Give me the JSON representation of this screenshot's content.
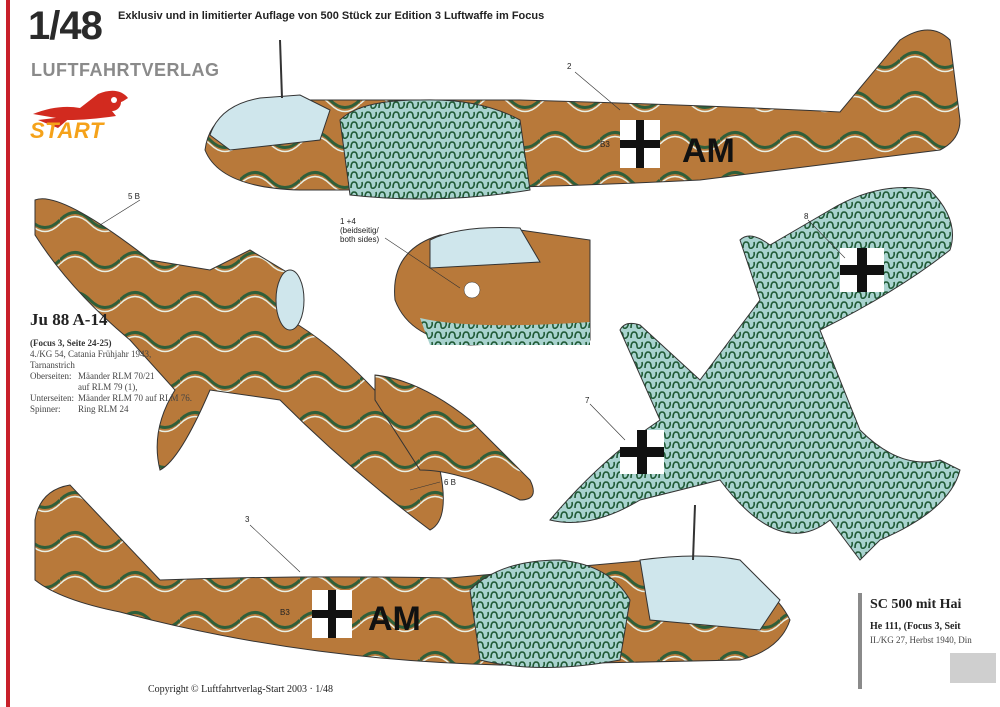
{
  "header": {
    "scale": "1/48",
    "headline": "Exklusiv und in limitierter Auflage von 500 Stück zur Edition 3 Luftwaffe im Focus",
    "publisher": "LUFTFAHRTVERLAG",
    "logo_text": "START"
  },
  "aircraft": {
    "model": "Ju 88 A-14",
    "reference": "(Focus 3, Seite 24-25)",
    "unit": "4./KG 54, Catania Frühjahr 1943,",
    "scheme": "Tarnanstrich",
    "specs": [
      {
        "label": "Oberseiten:",
        "value": "Mäander RLM 70/21"
      },
      {
        "label": "",
        "value": "auf RLM 79 (1),"
      },
      {
        "label": "Unterseiten:",
        "value": "Mäander RLM 70 auf RLM 76."
      },
      {
        "label": "Spinner:",
        "value": "Ring RLM 24"
      }
    ],
    "code": "AM",
    "serial": "B3"
  },
  "callouts": {
    "c2": "2",
    "c3": "3",
    "c5b": "5 B",
    "c6b": "6 B",
    "c7": "7",
    "c8": "8",
    "c14_line1": "1 +4",
    "c14_line2": "(beidseitig/",
    "c14_line3": "both sides)"
  },
  "side_panel": {
    "title": "SC 500 mit Hai",
    "subtitle": "He 111, (Focus 3, Seit",
    "desc": "II./KG 27, Herbst 1940, Din"
  },
  "footer": {
    "copyright": "Copyright © Luftfahrtverlag-Start 2003 · 1/48"
  },
  "colors": {
    "tan": "#b8793a",
    "green": "#2f5f3a",
    "light_blue": "#b9d4d6",
    "accent_red": "#c8202a",
    "logo_orange": "#f5a21a"
  }
}
